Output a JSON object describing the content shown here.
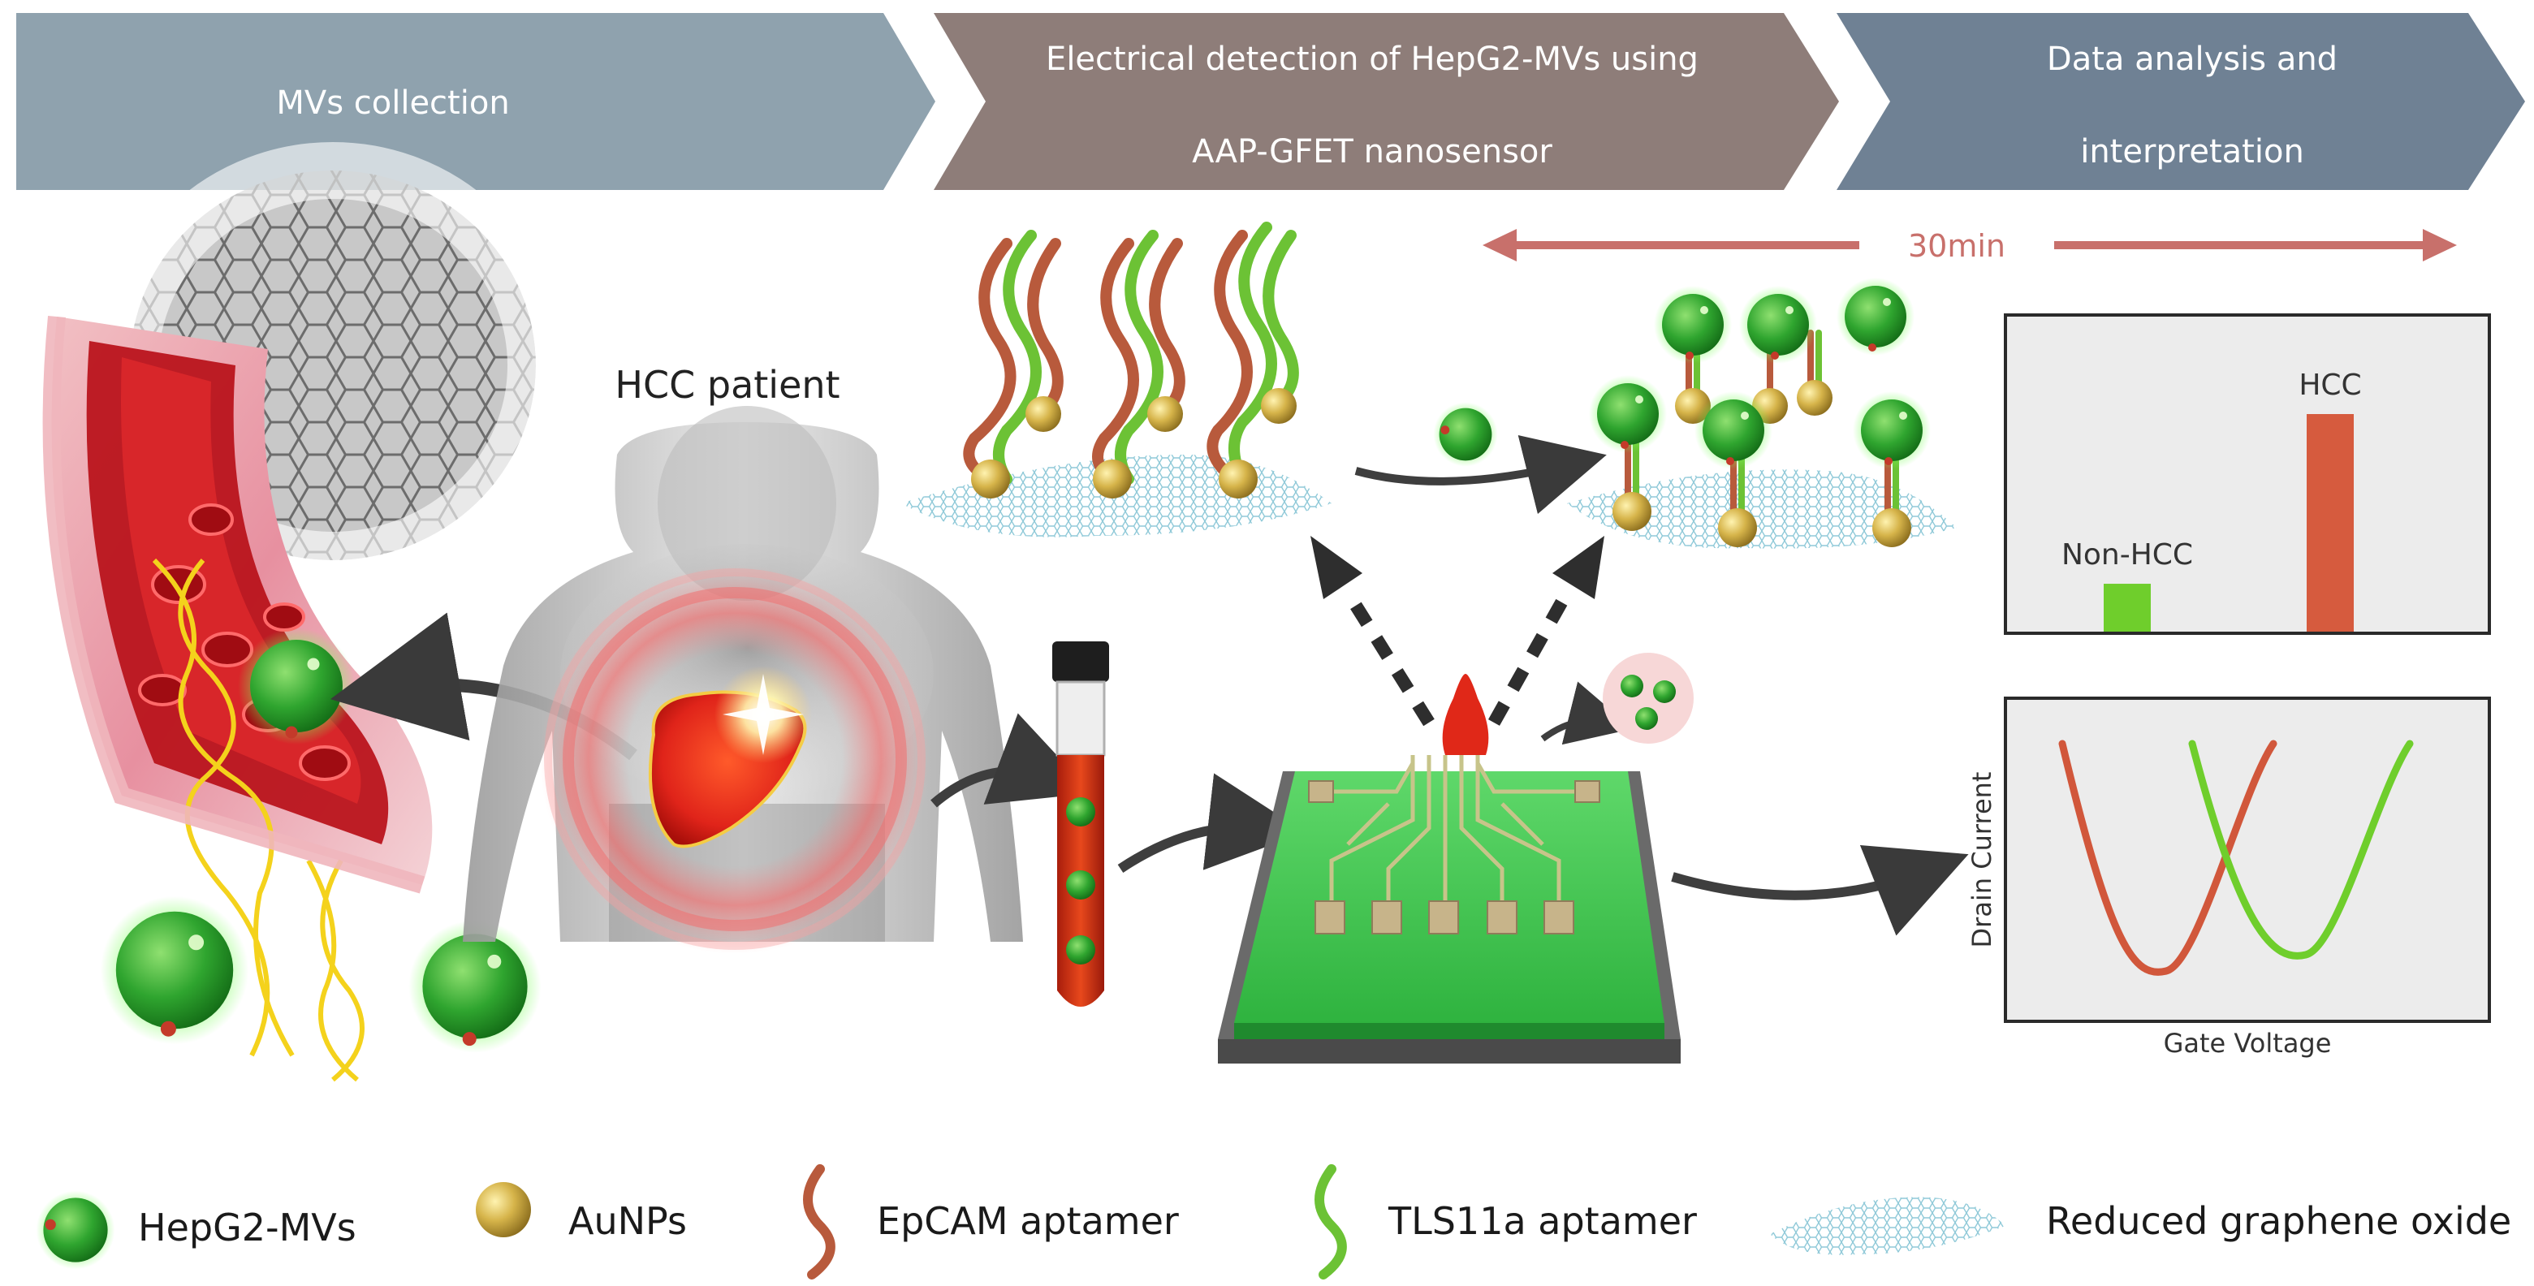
{
  "header": {
    "step1": "MVs collection",
    "step2_line1": "Electrical detection of HepG2-MVs using",
    "step2_line2": "AAP-GFET nanosensor",
    "step3_line1": "Data analysis and",
    "step3_line2": "interpretation"
  },
  "timeline": {
    "duration": "30min"
  },
  "labels": {
    "patient": "HCC patient"
  },
  "bar_chart": {
    "type": "bar",
    "categories": [
      "Non-HCC",
      "HCC"
    ],
    "values": [
      0.22,
      1.0
    ],
    "colors": [
      "#6fce2c",
      "#d65b3e"
    ]
  },
  "curve_chart": {
    "type": "line",
    "xlabel": "Gate Voltage",
    "ylabel": "Drain Current",
    "series_colors": [
      "#d1573b",
      "#6fce2c"
    ]
  },
  "legend": {
    "items": [
      {
        "label": "HepG2-MVs"
      },
      {
        "label": "AuNPs"
      },
      {
        "label": "EpCAM aptamer"
      },
      {
        "label": "TLS11a aptamer"
      },
      {
        "label": "Reduced graphene oxide"
      }
    ]
  },
  "colors": {
    "header1": "#8ea1ad",
    "header2": "#8e7d79",
    "header3": "#6f8193",
    "timeline_arrow": "#c8706b",
    "mv_green": "#2da52d",
    "aunp": "#cfb144",
    "epcam": "#b85a3c",
    "tls11a": "#6cc235",
    "blood": "#c8281e"
  }
}
